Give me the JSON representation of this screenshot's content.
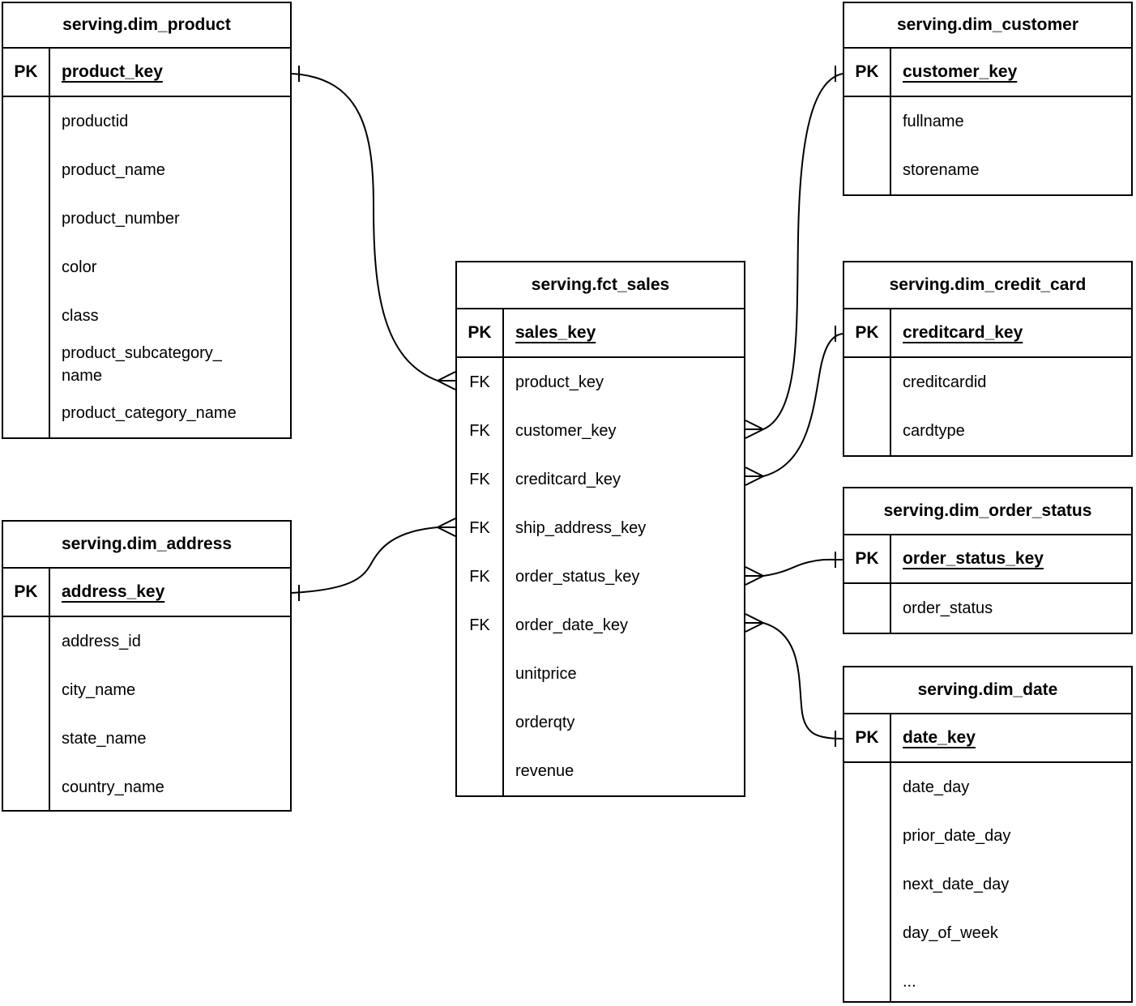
{
  "diagram": {
    "kind": "entity-relationship",
    "line_color": "#000000",
    "background_color": "#ffffff"
  },
  "tables": [
    {
      "title": "serving.dim_product",
      "pk_label": "PK",
      "pk_field": "product_key",
      "rows": [
        {
          "key": "",
          "name": "productid"
        },
        {
          "key": "",
          "name": "product_name"
        },
        {
          "key": "",
          "name": "product_number"
        },
        {
          "key": "",
          "name": "color"
        },
        {
          "key": "",
          "name": "class"
        },
        {
          "key": "",
          "name": "product_subcategory_\nname"
        },
        {
          "key": "",
          "name": "product_category_name"
        }
      ]
    },
    {
      "title": "serving.dim_customer",
      "pk_label": "PK",
      "pk_field": "customer_key",
      "rows": [
        {
          "key": "",
          "name": "fullname"
        },
        {
          "key": "",
          "name": "storename"
        }
      ]
    },
    {
      "title": "serving.fct_sales",
      "pk_label": "PK",
      "pk_field": "sales_key",
      "rows": [
        {
          "key": "FK",
          "name": "product_key"
        },
        {
          "key": "FK",
          "name": "customer_key"
        },
        {
          "key": "FK",
          "name": "creditcard_key"
        },
        {
          "key": "FK",
          "name": "ship_address_key"
        },
        {
          "key": "FK",
          "name": "order_status_key"
        },
        {
          "key": "FK",
          "name": "order_date_key"
        },
        {
          "key": "",
          "name": "unitprice"
        },
        {
          "key": "",
          "name": "orderqty"
        },
        {
          "key": "",
          "name": "revenue"
        }
      ]
    },
    {
      "title": "serving.dim_credit_card",
      "pk_label": "PK",
      "pk_field": "creditcard_key",
      "rows": [
        {
          "key": "",
          "name": "creditcardid"
        },
        {
          "key": "",
          "name": "cardtype"
        }
      ]
    },
    {
      "title": "serving.dim_order_status",
      "pk_label": "PK",
      "pk_field": "order_status_key",
      "rows": [
        {
          "key": "",
          "name": "order_status"
        }
      ]
    },
    {
      "title": "serving.dim_date",
      "pk_label": "PK",
      "pk_field": "date_key",
      "rows": [
        {
          "key": "",
          "name": "date_day"
        },
        {
          "key": "",
          "name": "prior_date_day"
        },
        {
          "key": "",
          "name": "next_date_day"
        },
        {
          "key": "",
          "name": "day_of_week"
        },
        {
          "key": "",
          "name": "..."
        }
      ]
    },
    {
      "title": "serving.dim_address",
      "pk_label": "PK",
      "pk_field": "address_key",
      "rows": [
        {
          "key": "",
          "name": "address_id"
        },
        {
          "key": "",
          "name": "city_name"
        },
        {
          "key": "",
          "name": "state_name"
        },
        {
          "key": "",
          "name": "country_name"
        }
      ]
    }
  ],
  "relations": [
    {
      "from_table": "serving.fct_sales",
      "from_field": "product_key",
      "from_cardinality": "many",
      "to_table": "serving.dim_product",
      "to_field": "product_key",
      "to_cardinality": "one"
    },
    {
      "from_table": "serving.fct_sales",
      "from_field": "customer_key",
      "from_cardinality": "many",
      "to_table": "serving.dim_customer",
      "to_field": "customer_key",
      "to_cardinality": "one"
    },
    {
      "from_table": "serving.fct_sales",
      "from_field": "creditcard_key",
      "from_cardinality": "many",
      "to_table": "serving.dim_credit_card",
      "to_field": "creditcard_key",
      "to_cardinality": "one"
    },
    {
      "from_table": "serving.fct_sales",
      "from_field": "ship_address_key",
      "from_cardinality": "many",
      "to_table": "serving.dim_address",
      "to_field": "address_key",
      "to_cardinality": "one"
    },
    {
      "from_table": "serving.fct_sales",
      "from_field": "order_status_key",
      "from_cardinality": "many",
      "to_table": "serving.dim_order_status",
      "to_field": "order_status_key",
      "to_cardinality": "one"
    },
    {
      "from_table": "serving.fct_sales",
      "from_field": "order_date_key",
      "from_cardinality": "many",
      "to_table": "serving.dim_date",
      "to_field": "date_key",
      "to_cardinality": "one"
    }
  ]
}
